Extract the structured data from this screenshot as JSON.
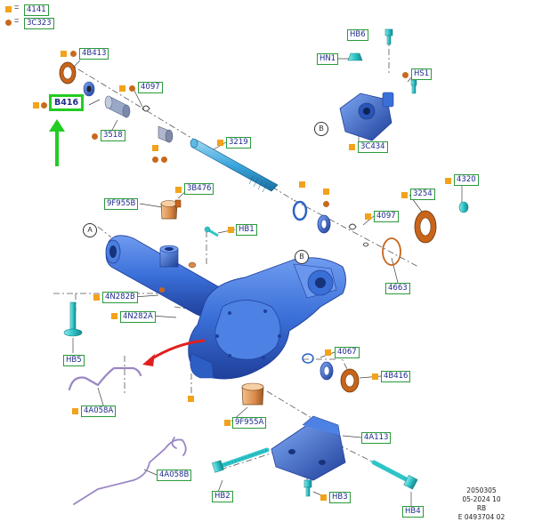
{
  "legend": [
    {
      "marker": "square",
      "code": "4141",
      "eq": "="
    },
    {
      "marker": "circle",
      "code": "3C323",
      "eq": "="
    }
  ],
  "callouts": {
    "a": "A",
    "b": "B"
  },
  "labels": {
    "p4B413": "4B413",
    "pB416": "B416",
    "p4097a": "4097",
    "p3518": "3518",
    "p3219": "3219",
    "pHB6": "HB6",
    "pHN1": "HN1",
    "pHS1": "HS1",
    "p3C434": "3C434",
    "p3254": "3254",
    "p4320": "4320",
    "p4097b": "4097",
    "p4663": "4663",
    "p9F955B": "9F955B",
    "p3B476": "3B476",
    "pHB1": "HB1",
    "p4N282B": "4N282B",
    "p4N282A": "4N282A",
    "pHB5": "HB5",
    "p4067": "4067",
    "p4B416": "4B416",
    "p4A058A": "4A058A",
    "p9F955A": "9F955A",
    "p4A113": "4A113",
    "p4A058B": "4A058B",
    "pHB2": "HB2",
    "pHB3": "HB3",
    "pHB4": "HB4"
  },
  "stamp": {
    "line1": "2050305",
    "line2": "05-2024 10",
    "line3": "RB",
    "line4": "E 0493704 02"
  },
  "colors": {
    "part_blue": "#3a6fd8",
    "part_blue_dark": "#1f3f9a",
    "cyan_fastener": "#2ec4c8",
    "bronze": "#d9894a",
    "seal_orange": "#c8651b",
    "pipe_purple": "#9a86c4",
    "highlight_green": "#22cc22",
    "arrow_red": "#e0201e",
    "label_border": "#2a9a3a",
    "label_text": "#1d2a8a"
  }
}
